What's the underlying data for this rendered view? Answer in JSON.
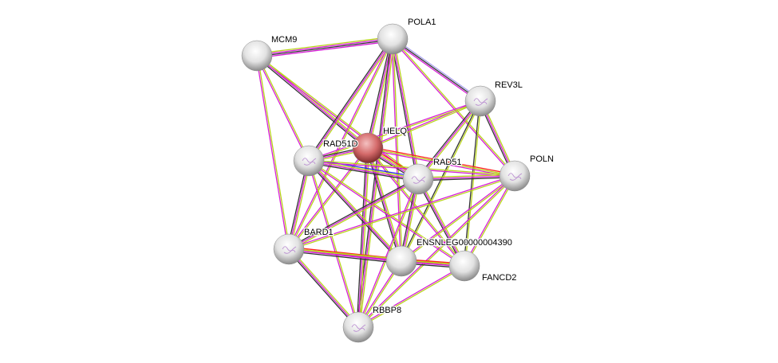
{
  "nodes": [
    {
      "id": "MCM9",
      "label": "MCM9",
      "color": "#e8e8e8",
      "structure": false
    },
    {
      "id": "POLA1",
      "label": "POLA1",
      "color": "#e8e8e8",
      "structure": false
    },
    {
      "id": "REV3L",
      "label": "REV3L",
      "color": "#e8e8e8",
      "structure": true
    },
    {
      "id": "HELQ",
      "label": "HELQ",
      "color": "#d46a6a",
      "structure": false,
      "query": true
    },
    {
      "id": "RAD51D",
      "label": "RAD51D",
      "color": "#e8e8e8",
      "structure": true
    },
    {
      "id": "RAD51",
      "label": "RAD51",
      "color": "#e8e8e8",
      "structure": true
    },
    {
      "id": "POLN",
      "label": "POLN",
      "color": "#e8e8e8",
      "structure": true
    },
    {
      "id": "BARD1",
      "label": "BARD1",
      "color": "#e8e8e8",
      "structure": true
    },
    {
      "id": "ENSNLEG",
      "label": "ENSNLEG00000004390",
      "color": "#e8e8e8",
      "structure": false
    },
    {
      "id": "FANCD2",
      "label": "FANCD2",
      "color": "#e8e8e8",
      "structure": false
    },
    {
      "id": "RBBP8",
      "label": "RBBP8",
      "color": "#e8e8e8",
      "structure": true
    }
  ],
  "edge_colors": {
    "textmining": "#b8d41a",
    "experiments": "#d61fd6",
    "coexpression": "#333333",
    "database": "#2222ee",
    "fusion": "#ff2222",
    "homology": "#a8a0f0"
  },
  "edges": [
    [
      "MCM9",
      "POLA1",
      [
        "textmining",
        "experiments",
        "coexpression",
        "experiments"
      ]
    ],
    [
      "MCM9",
      "HELQ",
      [
        "textmining",
        "experiments",
        "coexpression"
      ]
    ],
    [
      "MCM9",
      "RAD51D",
      [
        "textmining",
        "experiments"
      ]
    ],
    [
      "MCM9",
      "BARD1",
      [
        "textmining",
        "experiments"
      ]
    ],
    [
      "MCM9",
      "RAD51",
      [
        "textmining",
        "experiments"
      ]
    ],
    [
      "POLA1",
      "REV3L",
      [
        "homology",
        "coexpression",
        "experiments"
      ]
    ],
    [
      "POLA1",
      "HELQ",
      [
        "textmining",
        "experiments",
        "coexpression"
      ]
    ],
    [
      "POLA1",
      "RAD51D",
      [
        "textmining",
        "experiments",
        "coexpression"
      ]
    ],
    [
      "POLA1",
      "RAD51",
      [
        "textmining",
        "experiments",
        "coexpression"
      ]
    ],
    [
      "POLA1",
      "POLN",
      [
        "textmining",
        "experiments"
      ]
    ],
    [
      "POLA1",
      "BARD1",
      [
        "textmining",
        "experiments"
      ]
    ],
    [
      "POLA1",
      "ENSNLEG",
      [
        "textmining",
        "experiments"
      ]
    ],
    [
      "POLA1",
      "RBBP8",
      [
        "textmining",
        "experiments",
        "coexpression"
      ]
    ],
    [
      "REV3L",
      "HELQ",
      [
        "textmining",
        "experiments"
      ]
    ],
    [
      "REV3L",
      "RAD51D",
      [
        "textmining",
        "experiments"
      ]
    ],
    [
      "REV3L",
      "RAD51",
      [
        "textmining",
        "experiments",
        "coexpression"
      ]
    ],
    [
      "REV3L",
      "POLN",
      [
        "textmining",
        "experiments",
        "coexpression"
      ]
    ],
    [
      "REV3L",
      "ENSNLEG",
      [
        "textmining",
        "coexpression"
      ]
    ],
    [
      "REV3L",
      "FANCD2",
      [
        "textmining",
        "coexpression"
      ]
    ],
    [
      "HELQ",
      "RAD51D",
      [
        "textmining",
        "experiments",
        "coexpression"
      ]
    ],
    [
      "HELQ",
      "RAD51",
      [
        "fusion",
        "textmining",
        "experiments",
        "coexpression"
      ]
    ],
    [
      "HELQ",
      "POLN",
      [
        "fusion",
        "textmining",
        "experiments"
      ]
    ],
    [
      "HELQ",
      "BARD1",
      [
        "textmining",
        "experiments"
      ]
    ],
    [
      "HELQ",
      "ENSNLEG",
      [
        "textmining",
        "experiments",
        "coexpression"
      ]
    ],
    [
      "HELQ",
      "FANCD2",
      [
        "textmining",
        "experiments"
      ]
    ],
    [
      "HELQ",
      "RBBP8",
      [
        "textmining",
        "experiments",
        "coexpression"
      ]
    ],
    [
      "RAD51D",
      "RAD51",
      [
        "database",
        "textmining",
        "experiments",
        "coexpression"
      ]
    ],
    [
      "RAD51D",
      "POLN",
      [
        "textmining",
        "experiments"
      ]
    ],
    [
      "RAD51D",
      "BARD1",
      [
        "textmining",
        "experiments",
        "coexpression"
      ]
    ],
    [
      "RAD51D",
      "ENSNLEG",
      [
        "textmining",
        "experiments",
        "coexpression"
      ]
    ],
    [
      "RAD51D",
      "FANCD2",
      [
        "textmining",
        "experiments"
      ]
    ],
    [
      "RAD51D",
      "RBBP8",
      [
        "textmining",
        "experiments"
      ]
    ],
    [
      "RAD51",
      "POLN",
      [
        "textmining",
        "experiments",
        "coexpression"
      ]
    ],
    [
      "RAD51",
      "BARD1",
      [
        "textmining",
        "experiments",
        "coexpression"
      ]
    ],
    [
      "RAD51",
      "ENSNLEG",
      [
        "textmining",
        "experiments",
        "coexpression"
      ]
    ],
    [
      "RAD51",
      "FANCD2",
      [
        "textmining",
        "experiments",
        "coexpression"
      ]
    ],
    [
      "RAD51",
      "RBBP8",
      [
        "textmining",
        "experiments"
      ]
    ],
    [
      "POLN",
      "BARD1",
      [
        "textmining",
        "experiments"
      ]
    ],
    [
      "POLN",
      "ENSNLEG",
      [
        "textmining",
        "experiments"
      ]
    ],
    [
      "POLN",
      "FANCD2",
      [
        "textmining",
        "experiments"
      ]
    ],
    [
      "POLN",
      "RBBP8",
      [
        "textmining",
        "experiments"
      ]
    ],
    [
      "BARD1",
      "ENSNLEG",
      [
        "fusion",
        "textmining",
        "experiments",
        "coexpression"
      ]
    ],
    [
      "BARD1",
      "FANCD2",
      [
        "textmining",
        "experiments"
      ]
    ],
    [
      "BARD1",
      "RBBP8",
      [
        "textmining",
        "experiments",
        "coexpression"
      ]
    ],
    [
      "ENSNLEG",
      "FANCD2",
      [
        "fusion",
        "textmining",
        "experiments",
        "coexpression"
      ]
    ],
    [
      "ENSNLEG",
      "RBBP8",
      [
        "textmining",
        "experiments"
      ]
    ],
    [
      "FANCD2",
      "RBBP8",
      [
        "textmining",
        "experiments"
      ]
    ]
  ]
}
